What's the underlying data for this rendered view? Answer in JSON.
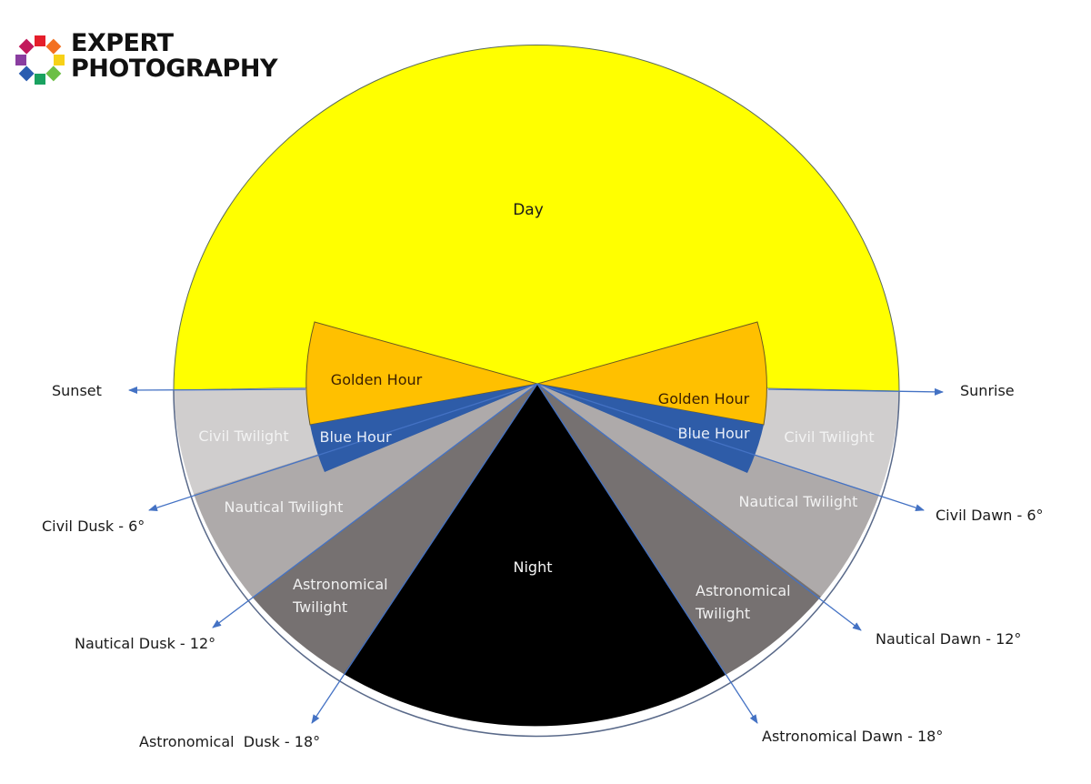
{
  "logo": {
    "line1": "EXPERT",
    "line2": "PHOTOGRAPHY",
    "swatch_colors": [
      "#e51e2b",
      "#f37021",
      "#f7d117",
      "#6cbf45",
      "#1aa260",
      "#2a5db0",
      "#8a3ea0",
      "#c2185b"
    ]
  },
  "diagram": {
    "regions": {
      "day": "Day",
      "golden_hour_left": "Golden Hour",
      "golden_hour_right": "Golden Hour",
      "blue_hour_left": "Blue Hour",
      "blue_hour_right": "Blue Hour",
      "civil_twilight_left": "Civil Twilight",
      "civil_twilight_right": "Civil Twilight",
      "nautical_twilight_left": "Nautical Twilight",
      "nautical_twilight_right": "Nautical Twilight",
      "astronomical_twilight_left_1": "Astronomical",
      "astronomical_twilight_left_2": "Twilight",
      "astronomical_twilight_right_1": "Astronomical",
      "astronomical_twilight_right_2": "Twilight",
      "night": "Night"
    },
    "markers": {
      "sunset": "Sunset",
      "sunrise": "Sunrise",
      "civil_dusk": "Civil Dusk - 6°",
      "civil_dawn": "Civil Dawn - 6°",
      "nautical_dusk": "Nautical Dusk - 12°",
      "nautical_dawn": "Nautical Dawn - 12°",
      "astronomical_dusk": "Astronomical  Dusk - 18°",
      "astronomical_dawn": "Astronomical Dawn - 18°"
    },
    "colors": {
      "day": "#ffff00",
      "golden_hour": "#ffc000",
      "blue_hour": "#2e5ca8",
      "civil_twilight": "#d0cece",
      "nautical_twilight": "#aeaaaa",
      "astronomical_twilight": "#767171",
      "night": "#000000",
      "arrow": "#4472c4",
      "outline": "#5a6a8a"
    }
  }
}
